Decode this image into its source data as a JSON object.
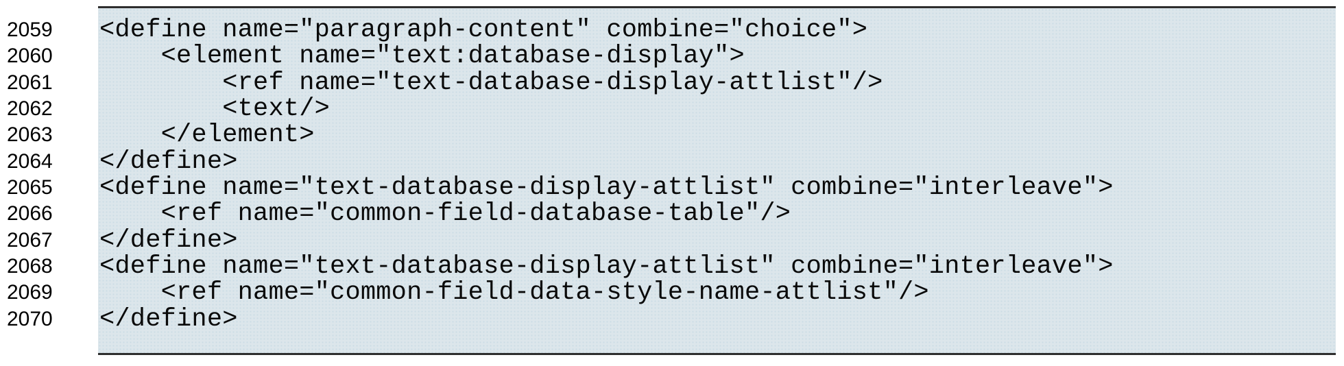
{
  "listing": {
    "first_line_number": "2059",
    "last_line_number": "2070",
    "lines": [
      {
        "number": "2059",
        "code": "<define name=\"paragraph-content\" combine=\"choice\">"
      },
      {
        "number": "2060",
        "code": "    <element name=\"text:database-display\">"
      },
      {
        "number": "2061",
        "code": "        <ref name=\"text-database-display-attlist\"/>"
      },
      {
        "number": "2062",
        "code": "        <text/>"
      },
      {
        "number": "2063",
        "code": "    </element>"
      },
      {
        "number": "2064",
        "code": "</define>"
      },
      {
        "number": "2065",
        "code": "<define name=\"text-database-display-attlist\" combine=\"interleave\">"
      },
      {
        "number": "2066",
        "code": "    <ref name=\"common-field-database-table\"/>"
      },
      {
        "number": "2067",
        "code": "</define>"
      },
      {
        "number": "2068",
        "code": "<define name=\"text-database-display-attlist\" combine=\"interleave\">"
      },
      {
        "number": "2069",
        "code": "    <ref name=\"common-field-data-style-name-attlist\"/>"
      },
      {
        "number": "2070",
        "code": "</define>"
      }
    ]
  },
  "colors": {
    "page_background": "#ffffff",
    "panel_background": "#dce6eb",
    "rule_color": "#2e2e2e",
    "text_color": "#000000"
  }
}
